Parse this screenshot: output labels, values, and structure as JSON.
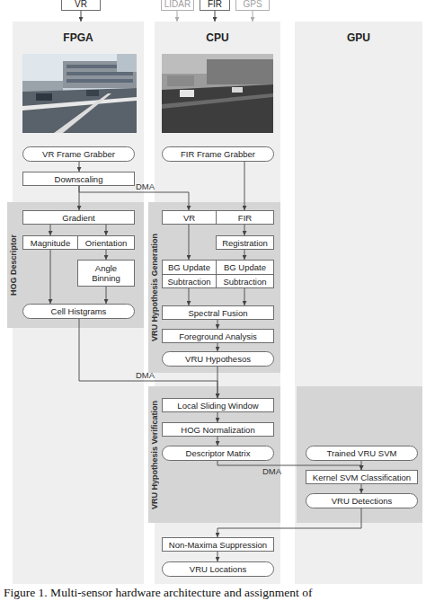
{
  "diagram": {
    "caption": "Figure 1. Multi-sensor hardware architecture and assignment of",
    "nodes": [
      {
        "text": [
          "VR"
        ]
      },
      {
        "text": [
          "LIDAR"
        ]
      },
      {
        "text": [
          "FIR"
        ]
      },
      {
        "text": [
          "GPS"
        ]
      },
      {
        "text": [
          "FPGA"
        ]
      },
      {
        "text": [
          "CPU"
        ]
      },
      {
        "text": [
          "GPU"
        ]
      },
      {
        "text": [
          "VR Frame Grabber"
        ],
        "in": 4
      },
      {
        "text": [
          "Downscaling"
        ],
        "in": 4
      },
      {
        "text": [
          "HOG Descriptor"
        ],
        "in": 4
      },
      {
        "text": [
          "Gradient"
        ],
        "in": 9
      },
      {
        "text": [
          "Magnitude"
        ],
        "in": 9
      },
      {
        "text": [
          "Orientation"
        ],
        "in": 9
      },
      {
        "text": [
          "Angle Binning"
        ],
        "in": 9
      },
      {
        "text": [
          "Cell Histgrams"
        ],
        "in": 9
      },
      {
        "text": [
          "FIR Frame Grabber"
        ],
        "in": 5
      },
      {
        "text": [
          "VRU Hypothesis Generation"
        ],
        "in": 5
      },
      {
        "text": [
          "VR"
        ],
        "in": 16
      },
      {
        "text": [
          "FIR"
        ],
        "in": 16
      },
      {
        "text": [
          "Registration"
        ],
        "in": 16
      },
      {
        "text": [
          "BG Update"
        ],
        "in": 16
      },
      {
        "text": [
          "BG Update"
        ],
        "in": 16
      },
      {
        "text": [
          "Subtraction"
        ],
        "in": 16
      },
      {
        "text": [
          "Subtraction"
        ],
        "in": 16
      },
      {
        "text": [
          "Spectral Fusion"
        ],
        "in": 16
      },
      {
        "text": [
          "Foreground Analysis"
        ],
        "in": 16
      },
      {
        "text": [
          "VRU Hypothesos"
        ],
        "in": 16
      },
      {
        "text": [
          "VRU Hypothesis Verification"
        ],
        "in": 5
      },
      {
        "text": [
          "Local Sliding Window"
        ],
        "in": 27
      },
      {
        "text": [
          "HOG Normalization"
        ],
        "in": 27
      },
      {
        "text": [
          "Descriptor Matrix"
        ],
        "in": 27
      },
      {
        "text": [
          "Trained VRU SVM"
        ],
        "in": 6
      },
      {
        "text": [
          "Kernel SVM Classification"
        ],
        "in": 6
      },
      {
        "text": [
          "VRU Detections"
        ],
        "in": 6
      },
      {
        "text": [
          "Non-Maxima Suppression"
        ],
        "in": 5
      },
      {
        "text": [
          "VRU Locations"
        ],
        "in": 5
      }
    ],
    "edges": [
      {
        "from": 0,
        "to": 4,
        "arrow": "to"
      },
      {
        "from": 1,
        "to": 5,
        "arrow": "to"
      },
      {
        "from": 2,
        "to": 5,
        "arrow": "to"
      },
      {
        "from": 3,
        "to": 5,
        "arrow": "to"
      },
      {
        "from": 7,
        "to": 8,
        "arrow": "to"
      },
      {
        "from": 8,
        "to": 10,
        "arrow": "to"
      },
      {
        "from": 8,
        "to": 17,
        "label": "DMA",
        "arrow": "to"
      },
      {
        "from": 10,
        "to": 11,
        "arrow": "to"
      },
      {
        "from": 10,
        "to": 12,
        "arrow": "to"
      },
      {
        "from": 12,
        "to": 13,
        "arrow": "to"
      },
      {
        "from": 11,
        "to": 14,
        "arrow": "to"
      },
      {
        "from": 13,
        "to": 14,
        "arrow": "to"
      },
      {
        "from": 15,
        "to": 18,
        "arrow": "to"
      },
      {
        "from": 17,
        "to": 20,
        "arrow": "to"
      },
      {
        "from": 18,
        "to": 19,
        "arrow": "to"
      },
      {
        "from": 19,
        "to": 21,
        "arrow": "to"
      },
      {
        "from": 22,
        "to": 24,
        "arrow": "to"
      },
      {
        "from": 23,
        "to": 24,
        "arrow": "to"
      },
      {
        "from": 24,
        "to": 25,
        "arrow": "to"
      },
      {
        "from": 25,
        "to": 26,
        "arrow": "to"
      },
      {
        "from": 14,
        "to": 28,
        "label": "DMA",
        "arrow": "to"
      },
      {
        "from": 26,
        "to": 28,
        "arrow": "to"
      },
      {
        "from": 28,
        "to": 29,
        "arrow": "to"
      },
      {
        "from": 29,
        "to": 30,
        "arrow": "to"
      },
      {
        "from": 30,
        "to": 32,
        "label": "DMA",
        "arrow": "to"
      },
      {
        "from": 31,
        "to": 32,
        "arrow": "to"
      },
      {
        "from": 32,
        "to": 33,
        "arrow": "to"
      },
      {
        "from": 33,
        "to": 34,
        "arrow": "to"
      },
      {
        "from": 34,
        "to": 35,
        "arrow": "to"
      }
    ]
  }
}
